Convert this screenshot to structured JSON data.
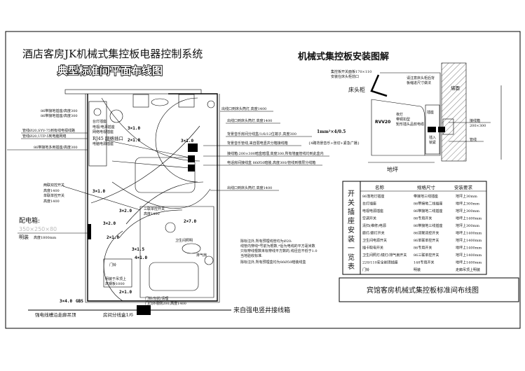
{
  "titles": {
    "main": "酒店客房JK机械式集控板电器控制系统",
    "sub": "典型标准间平面布线图",
    "install": "机械式集控板安装图解",
    "bottom_box": "宾馆客房机械式集控板标准间布线图"
  },
  "plan_labels": [
    "86带接地插座/高度300",
    "86带接地插座/高度300",
    "管线Ø20,SYV-75到有线电视线路",
    "管线Ø20,UTP-5到电脑网络",
    "86带接地多用插座/高度300",
    "台灯插座",
    "电视/电源插座",
    "网络电视插座",
    "RJ45 网络插口",
    "电脑电源插座",
    "出线口到床头筒灯,高度1400",
    "背景音乐房间分线盒/1/6/12位端子,高度300",
    "背景音乐管线,来自弱电竖井分箱接线箱",
    "接线箱:200×300暗盒暗埋,高度300,所有墙面管线均到此盒内",
    "电话房间接线盒 86Ø50暗装,高度300/管线到楼层分线箱",
    "出线口到床头筒灯,高度1400",
    "两联双控开关",
    "高度1400",
    "单联单控开关",
    "高度1400",
    "三联单控开关",
    "高度1400",
    "卫生间照明",
    "排气扇",
    "门铃",
    "明装于吊顶上",
    "高钢板1000",
    "门铃/勿扰/清理",
    "门口外墙侧200,高度1400",
    "1mm²×4/0.5",
    "{4路背景音乐+张切+紧急广播}"
  ],
  "circuit_tags": [
    "3×1.0",
    "2×1.0",
    "3×1.0",
    "3×1.0",
    "3×2.0",
    "3×2.0",
    "2×1.0",
    "3×1.5",
    "4×1.0",
    "2×1.0",
    "3×4.0",
    "GBS",
    "2×7.0"
  ],
  "distribution_box": {
    "title": "配电箱:",
    "size": "350×250×80",
    "mount": "明装",
    "height_note": "高度1800mm"
  },
  "notes": [
    "除标注外,所有预埋线管均为Ø20:",
    "线管内穿线*号前为根数,*后为电线的平方毫米数",
    "只标穿线根数未标穿线平方数的,线径应不低于1.0",
    "当地验收标准.",
    "除标注外,所有预埋盒均为86Ø50暗装线盒"
  ],
  "bottom_labels": {
    "strong_current": "强电线槽沿走廊吊顶",
    "room_box": "房间分线盒1/6",
    "from_shaft": "来自强电竖井接线箱"
  },
  "install_labels": {
    "panel_note_1": "集控板开关面板170×110",
    "panel_note_2": "安装在床头柜前口",
    "bedside": "床头柜",
    "note_1": "请注意床头柜后背",
    "note_2": "板缩进尺寸做法",
    "wall": "墙面",
    "socket": "插座",
    "cable_1": "RVV20",
    "cable_2": "带铜扣型",
    "cable_3": "矩形插头品软电缆",
    "night_light": "夜灯",
    "plug_in_1": "插入",
    "plug_in_2": "锁紧",
    "junction": "接线箱",
    "junction_size": "200×300",
    "conduit": "管线",
    "floor": "地坪"
  },
  "table": {
    "side_title": [
      "开",
      "关",
      "插",
      "座",
      "安",
      "装",
      "一",
      "览",
      "表"
    ],
    "headers": [
      "名称",
      "规格尺寸",
      "安装要求"
    ],
    "rows": [
      [
        "86落地灯插座",
        "带接地三线插座",
        "地坪上30mm"
      ],
      [
        "台灯插座",
        "86带接地二线插座",
        "地坪上300mm"
      ],
      [
        "电视电源插座",
        "86带接地二线插座",
        "地坪上300mm"
      ],
      [
        "空调开关",
        "86专用开关",
        "地坪上1400mm"
      ],
      [
        "清扫(维修)电源",
        "86带接地三线插座",
        "地坪上300mm"
      ],
      [
        "廊灯/廊灯开关",
        "86双联双控开关",
        "地坪上1400mm"
      ],
      [
        "卫生间电源开关",
        "86单联单控开关",
        "地坪上1400mm"
      ],
      [
        "插卡取电开关",
        "86专用开关",
        "地坪上1400mm"
      ],
      [
        "卫生间照灯/镜灯/排气扇开关",
        "86三联单控开关",
        "地坪上1400mm"
      ],
      [
        "220/110安全剃须插座",
        "148专用开关",
        "地坪上1400mm"
      ],
      [
        "门铃",
        "明装",
        "走廊吊顶上明装"
      ]
    ]
  }
}
